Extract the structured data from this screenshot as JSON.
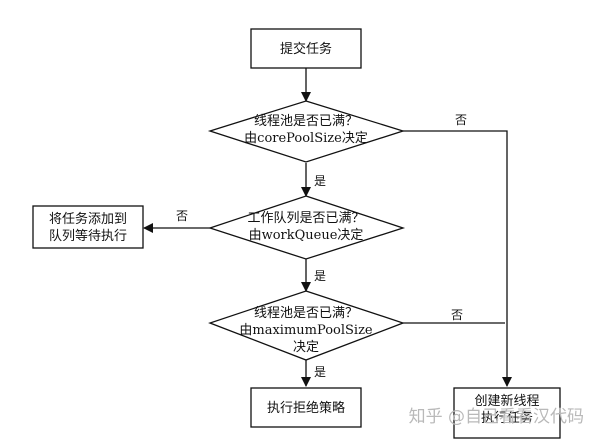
{
  "nodes": {
    "submit": "提交任务",
    "core_q1": "线程池是否已满？",
    "core_q2": "由corePoolSize决定",
    "queue_q1": "工作队列是否已满？",
    "queue_q2": "由workQueue决定",
    "max_q1": "线程池是否已满？",
    "max_q2": "由maximumPoolSize",
    "max_q3": "决定",
    "enqueue_1": "将任务添加到",
    "enqueue_2": "队列等待执行",
    "reject": "执行拒绝策略",
    "create_1": "创建新线程",
    "create_2": "执行任务"
  },
  "edges": {
    "yes_1": "是",
    "no_1": "否",
    "yes_2": "是",
    "no_2": "否",
    "yes_3": "是",
    "no_3": "否"
  },
  "watermark": "知乎 @自己看看汉代码"
}
